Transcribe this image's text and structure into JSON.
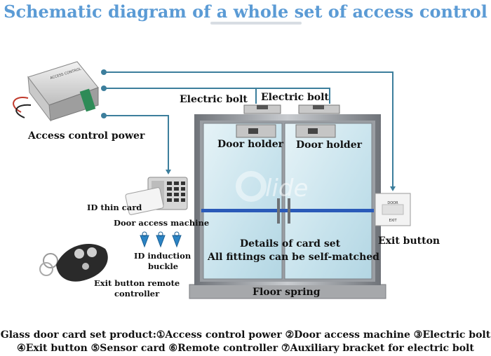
{
  "title": "Schematic diagram of a whole set of access control",
  "labels": {
    "electric_bolt_left": "Electric bolt",
    "electric_bolt_right": "Electric bolt",
    "access_control_power": "Access control power",
    "door_holder_left": "Door holder",
    "door_holder_right": "Door holder",
    "id_thin_card": "ID thin card",
    "door_access_machine": "Door access machine",
    "id_induction_buckle_1": "ID induction",
    "id_induction_buckle_2": "buckle",
    "exit_button_remote_1": "Exit button remote",
    "exit_button_remote_2": "controller",
    "details_card_set": "Details of card set",
    "fittings_matched": "All fittings can be self-matched",
    "exit_button": "Exit button",
    "floor_spring": "Floor spring",
    "watermark": "lide",
    "power_box_label": "ACCESS CONTROL",
    "exit_plate_top": "DOOR",
    "exit_plate_bottom": "EXIT"
  },
  "caption": {
    "line1": "Glass door card set product:①Access control power ②Door access machine ③Electric bolt",
    "line2": "④Exit button ⑤Sensor card ⑥Remote controller ⑦Auxiliary bracket for electric bolt"
  },
  "colors": {
    "title": "#5b9bd5",
    "wire": "#3c7e9c",
    "frame": "#8a8d92",
    "glass": "#cfe7ef",
    "stripe": "#2a5ab8"
  }
}
